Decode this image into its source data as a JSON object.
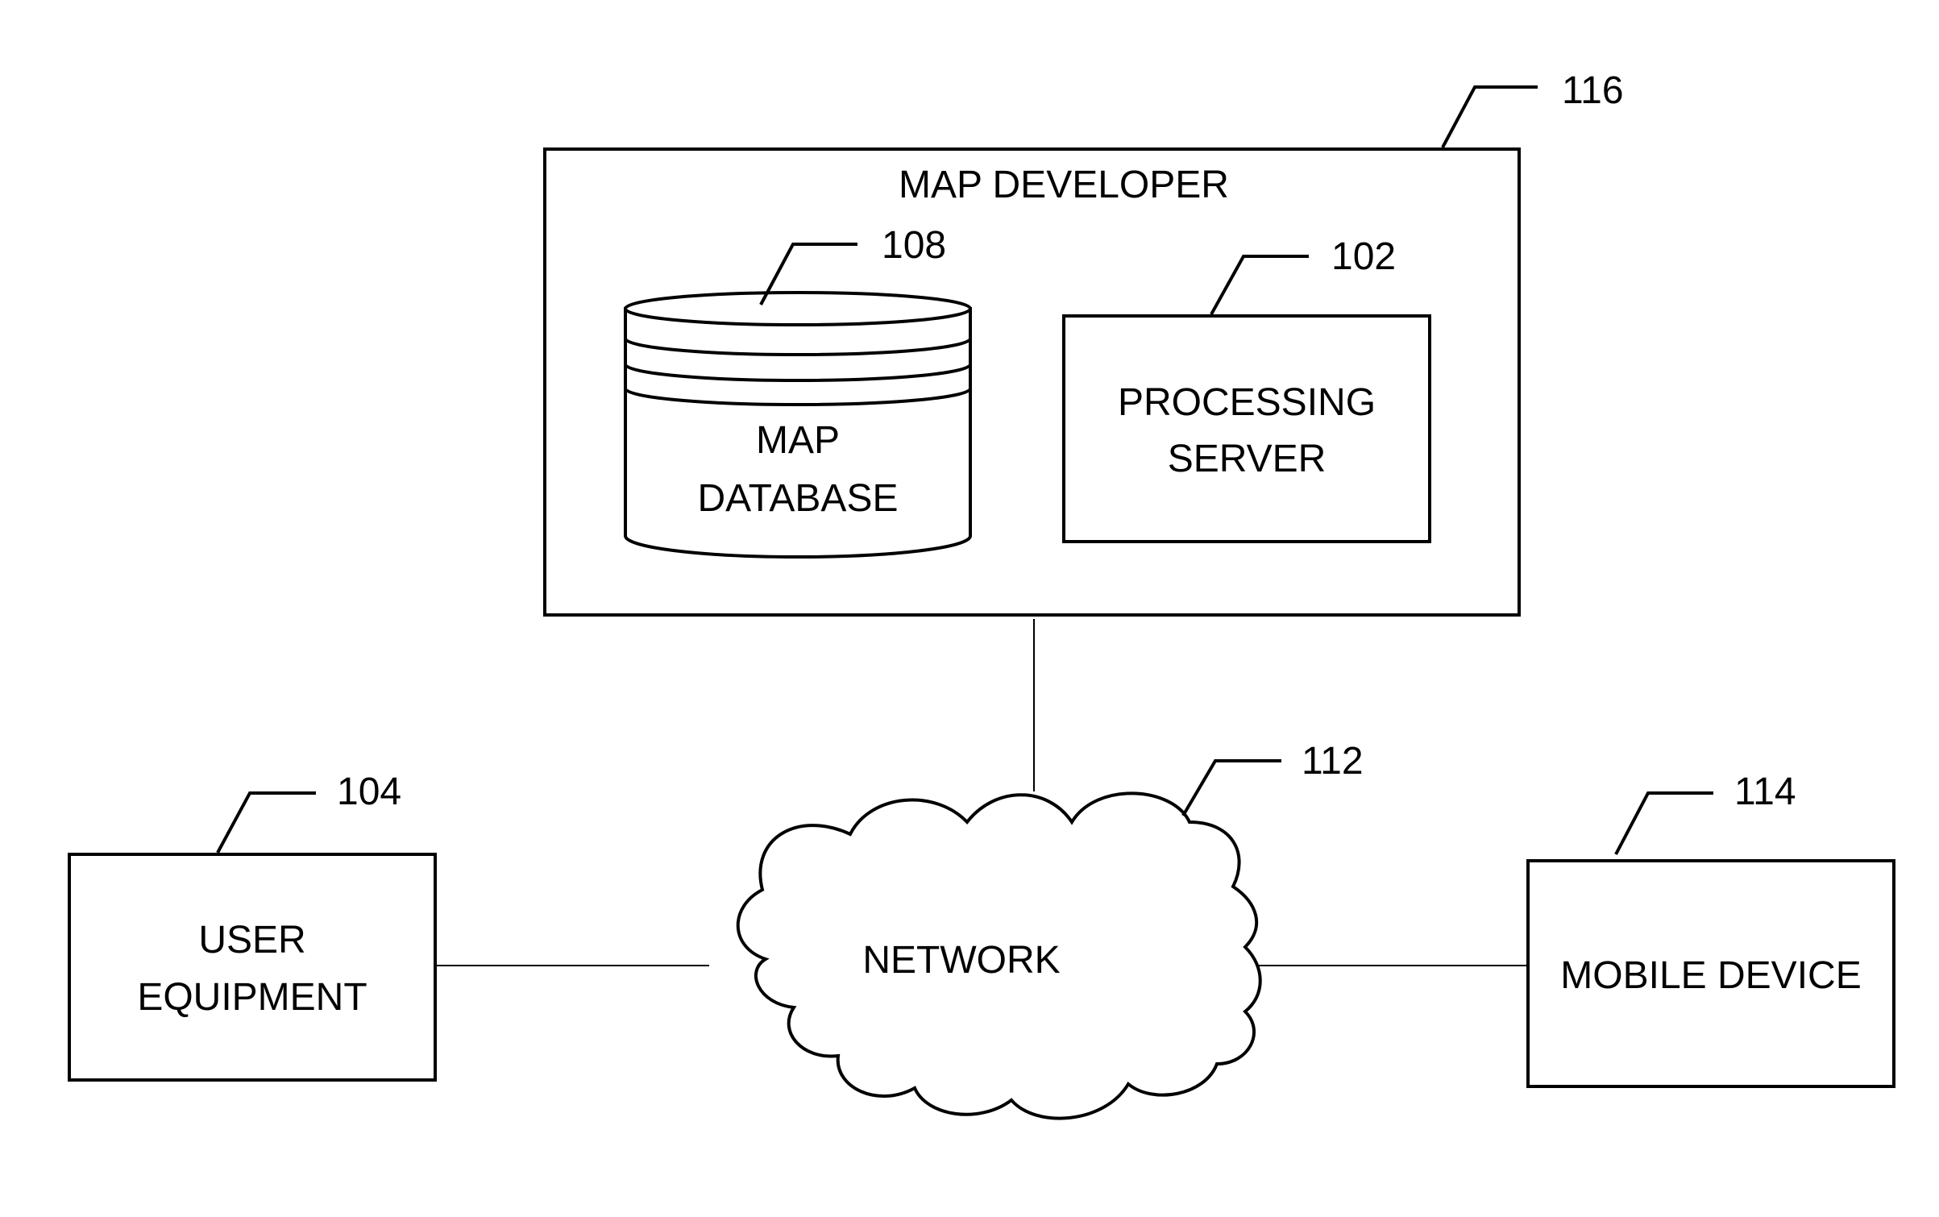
{
  "map_developer": {
    "title": "MAP DEVELOPER",
    "ref": "116"
  },
  "map_database": {
    "line1": "MAP",
    "line2": "DATABASE",
    "ref": "108"
  },
  "processing_server": {
    "line1": "PROCESSING",
    "line2": "SERVER",
    "ref": "102"
  },
  "network": {
    "label": "NETWORK",
    "ref": "112"
  },
  "user_equipment": {
    "line1": "USER",
    "line2": "EQUIPMENT",
    "ref": "104"
  },
  "mobile_device": {
    "label": "MOBILE DEVICE",
    "ref": "114"
  }
}
